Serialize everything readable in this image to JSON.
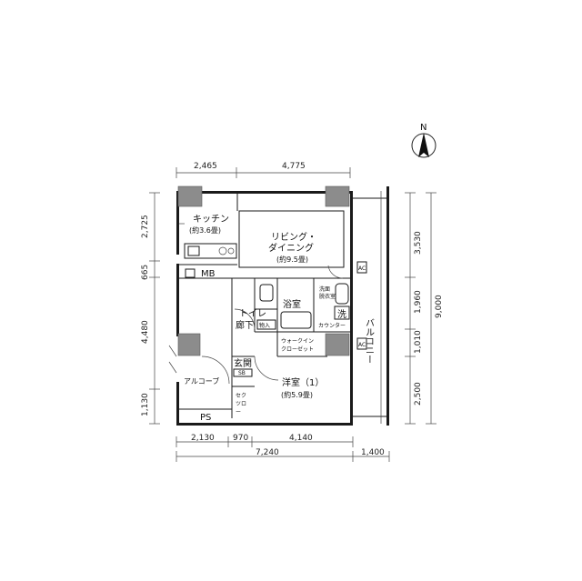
{
  "compass": {
    "label": "N",
    "icon": "north-arrow-icon"
  },
  "dimensions": {
    "top": [
      "2,465",
      "4,775"
    ],
    "left": [
      "2,725",
      "665",
      "4,480",
      "1,130"
    ],
    "right": [
      "3,530",
      "1,960",
      "1,010",
      "2,500"
    ],
    "right_total": "9,000",
    "bottom": [
      "2,130",
      "970",
      "4,140"
    ],
    "bottom_total": [
      "7,240",
      "1,400"
    ]
  },
  "rooms": {
    "kitchen": {
      "name": "キッチン",
      "size": "(約3.6畳)"
    },
    "living": {
      "name_line1": "リビング・",
      "name_line2": "ダイニング",
      "size": "(約9.5畳)"
    },
    "mb": "MB",
    "bath": "浴室",
    "washroom_line1": "洗面",
    "washroom_line2": "脱衣室",
    "washer": "洗",
    "counter": "カウンター",
    "toilet": "トイレ",
    "hallway": "廊下",
    "storage": "物入",
    "walkin_line1": "ウォークイン",
    "walkin_line2": "クローゼット",
    "entrance": "玄関",
    "shoe_box": "SB",
    "alcove": "アルコーブ",
    "bedroom": {
      "name": "洋室（1）",
      "size": "(約5.9畳)"
    },
    "ps": "PS",
    "sekuturu_line1": "セク",
    "sekuturu_line2": "ツロ",
    "sekuturu_line3": "ー",
    "balcony": "バルコニー",
    "ac_label": "AC"
  }
}
